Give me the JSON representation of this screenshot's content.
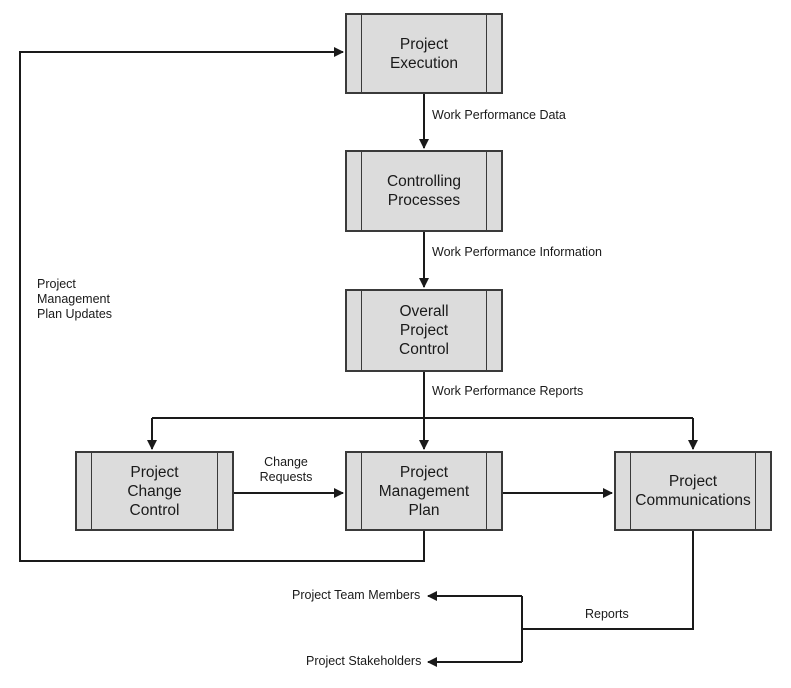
{
  "nodes": {
    "execution": "Project\nExecution",
    "controlling": "Controlling\nProcesses",
    "overall": "Overall\nProject\nControl",
    "change_control": "Project\nChange\nControl",
    "mgmt_plan": "Project\nManagement\nPlan",
    "communications": "Project\nCommunications"
  },
  "edges": {
    "work_performance_data": "Work Performance Data",
    "work_performance_information": "Work Performance Information",
    "work_performance_reports": "Work Performance Reports",
    "change_requests": "Change\nRequests",
    "plan_updates": "Project\nManagement\nPlan Updates",
    "reports": "Reports"
  },
  "outputs": {
    "team_members": "Project Team Members",
    "stakeholders": "Project Stakeholders"
  }
}
